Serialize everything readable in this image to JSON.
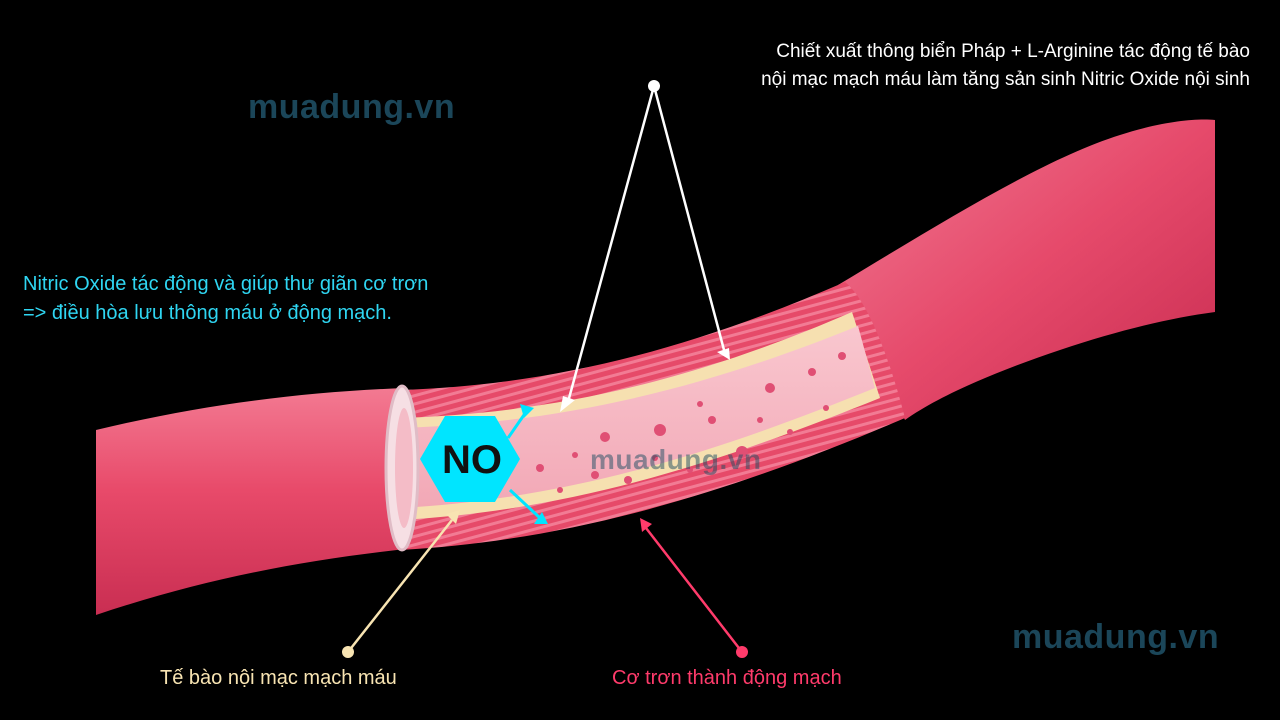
{
  "labels": {
    "top_line1": "Chiết xuất thông biển Pháp + L-Arginine tác động tế bào",
    "top_line2": "nội mạc mạch máu làm tăng sản sinh Nitric Oxide nội sinh",
    "left_line1": "Nitric Oxide tác động và giúp thư giãn cơ trơn",
    "left_line2": "=> điều hòa lưu thông máu ở động mạch.",
    "endothelial": "Tế bào nội mạc mạch máu",
    "smooth_muscle": "Cơ trơn thành động mạch",
    "molecule": "NO"
  },
  "watermark": {
    "text": "muadung.vn"
  },
  "colors": {
    "background": "#000000",
    "vessel": "#e94f6e",
    "lining": "#f6e0b0",
    "cyan": "#00e5ff",
    "top_label": "#ffffff",
    "left_label": "#2fd6f2",
    "endothelial_label": "#f8e4b2",
    "smooth_label": "#ff3b6b",
    "watermark": "#1e4e63"
  }
}
